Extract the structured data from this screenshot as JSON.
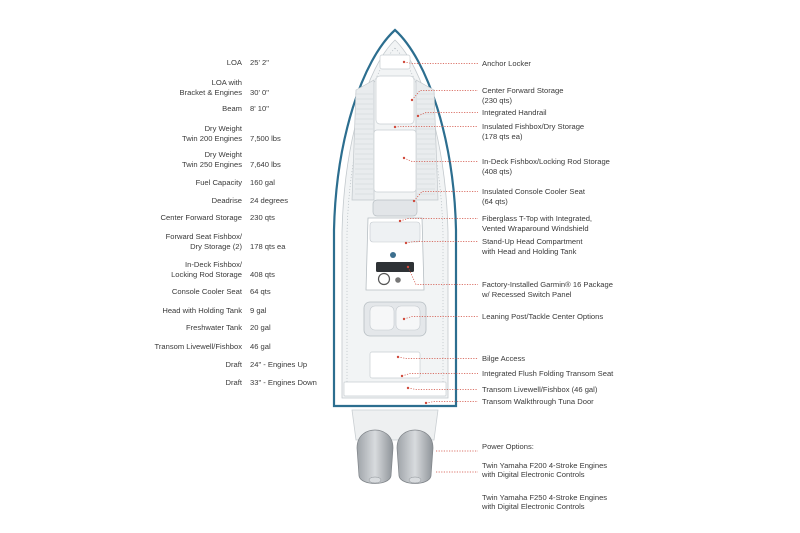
{
  "specs": [
    {
      "label": "LOA",
      "value": "25' 2\""
    },
    {
      "label": "LOA with\nBracket & Engines",
      "value": "30' 0\""
    },
    {
      "label": "Beam",
      "value": "8' 10\""
    },
    {
      "label": "Dry Weight\nTwin 200 Engines",
      "value": "7,500 lbs"
    },
    {
      "label": "Dry Weight\nTwin 250 Engines",
      "value": "7,640 lbs"
    },
    {
      "label": "Fuel Capacity",
      "value": "160 gal"
    },
    {
      "label": "Deadrise",
      "value": "24 degrees"
    },
    {
      "label": "Center Forward Storage",
      "value": "230 qts"
    },
    {
      "label": "Forward Seat Fishbox/\nDry Storage (2)",
      "value": "178 qts ea"
    },
    {
      "label": "In-Deck Fishbox/\nLocking Rod Storage",
      "value": "408 qts"
    },
    {
      "label": "Console Cooler Seat",
      "value": "64 qts"
    },
    {
      "label": "Head with Holding Tank",
      "value": "9 gal"
    },
    {
      "label": "Freshwater Tank",
      "value": "20 gal"
    },
    {
      "label": "Transom Livewell/Fishbox",
      "value": "46 gal"
    },
    {
      "label": "Draft",
      "value": "24\" - Engines Up"
    },
    {
      "label": "Draft",
      "value": "33\" - Engines Down"
    }
  ],
  "callouts": [
    {
      "text": "Anchor Locker"
    },
    {
      "text": "Center Forward Storage\n(230 qts)"
    },
    {
      "text": "Integrated Handrail"
    },
    {
      "text": "Insulated Fishbox/Dry Storage\n(178 qts ea)"
    },
    {
      "text": "In-Deck Fishbox/Locking Rod Storage\n(408 qts)"
    },
    {
      "text": "Insulated Console Cooler Seat\n(64 qts)"
    },
    {
      "text": "Fiberglass T-Top with Integrated,\nVented Wraparound Windshield"
    },
    {
      "text": "Stand-Up Head Compartment\nwith Head and Holding Tank"
    },
    {
      "text": "Factory-Installed Garmin® 16 Package\nw/ Recessed Switch Panel"
    },
    {
      "text": "Leaning Post/Tackle Center Options"
    },
    {
      "text": "Bilge Access"
    },
    {
      "text": "Integrated Flush Folding Transom Seat"
    },
    {
      "text": "Transom Livewell/Fishbox (46 gal)"
    },
    {
      "text": "Transom Walkthrough Tuna Door"
    }
  ],
  "power": {
    "title": "Power Options:",
    "options": [
      "Twin Yamaha F200 4-Stroke Engines\nwith Digital Electronic Controls",
      "Twin Yamaha F250 4-Stroke Engines\nwith Digital Electronic Controls"
    ]
  },
  "colors": {
    "hull_outline": "#2c6e8f",
    "leader": "#d04a3c",
    "text": "#3a3a3a",
    "deck": "#f2f4f5"
  }
}
